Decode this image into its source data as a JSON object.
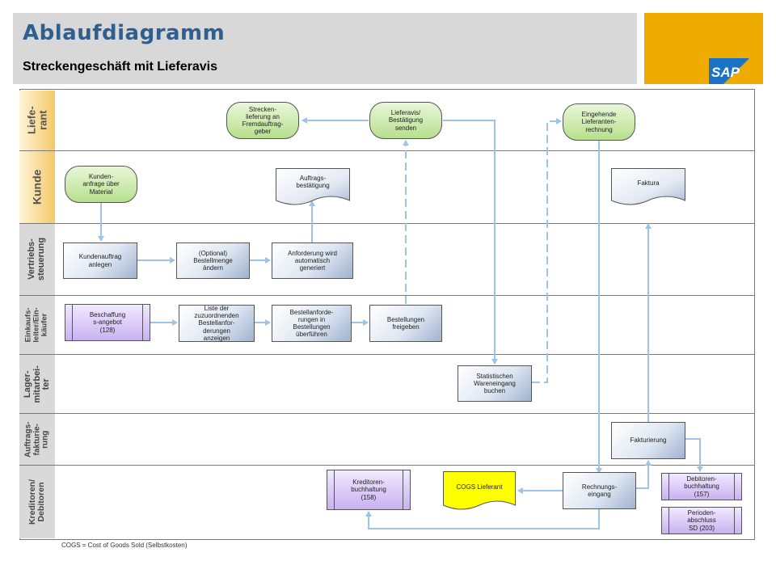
{
  "header": {
    "title": "Ablaufdiagramm",
    "subtitle": "Streckengeschäft mit Lieferavis",
    "logo_text": "SAP"
  },
  "lanes": [
    {
      "label": "Liefe-\nrant"
    },
    {
      "label": "Kunde"
    },
    {
      "label": "Vertriebs-\nsteuerung"
    },
    {
      "label": "Einkaufs-\nleiter/Ein-\nkäufer"
    },
    {
      "label": "Lager-\nmitarbei-\nter"
    },
    {
      "label": "Auftrags-\nfakturie-\nrung"
    },
    {
      "label": "Kreditoren/\nDebitoren"
    }
  ],
  "nodes": {
    "strecken_lieferung": "Strecken-\nlieferung an\nFremdauftrag-\ngeber",
    "lieferavis": "Lieferavis/\nBestätigung\nsenden",
    "eingehende_rechnung": "Eingehende\nLieferanten-\nrechnung",
    "kundenanfrage": "Kunden-\nanfrage über\nMaterial",
    "auftragsbestaetigung": "Auftrags-\nbestätigung",
    "faktura": "Faktura",
    "kundenauftrag": "Kundenauftrag\nanlegen",
    "bestellmenge": "(Optional)\nBestellmenge\nändern",
    "anforderung": "Anforderung wird\nautomatisch\ngeneriert",
    "beschaffung": "Beschaffung\ns-angebot\n(128)",
    "liste": "Liste der\nzuzuordnenden\nBestellanfor-\nderungen\nanzeigen",
    "bestellanforderungen": "Bestellanforde-\nrungen in\nBestellungen\nüberführen",
    "bestellungen_freigeben": "Bestellungen\nfreigeben",
    "wareneingang": "Statistischen\nWareneingang\nbuchen",
    "fakturierung": "Fakturierung",
    "kreditorenbuchhaltung": "Kreditoren-\nbuchhaltung\n(158)",
    "cogs": "COGS Lieferant",
    "rechnungseingang": "Rechnungs-\neingang",
    "debitorenbuchhaltung": "Debitoren-\nbuchhaltung\n(157)",
    "periodenabschluss": "Perioden-\nabschluss\nSD (203)"
  },
  "footnote": "COGS = Cost of Goods Sold (Selbstkosten)",
  "colors": {
    "connector": "#9dc3e6",
    "header_bg": "#d8d8d8",
    "title": "#2f5f8f",
    "logo_panel": "#efab00",
    "sap_blue": "#1a73c9",
    "cogs_fill": "#ffff00"
  }
}
